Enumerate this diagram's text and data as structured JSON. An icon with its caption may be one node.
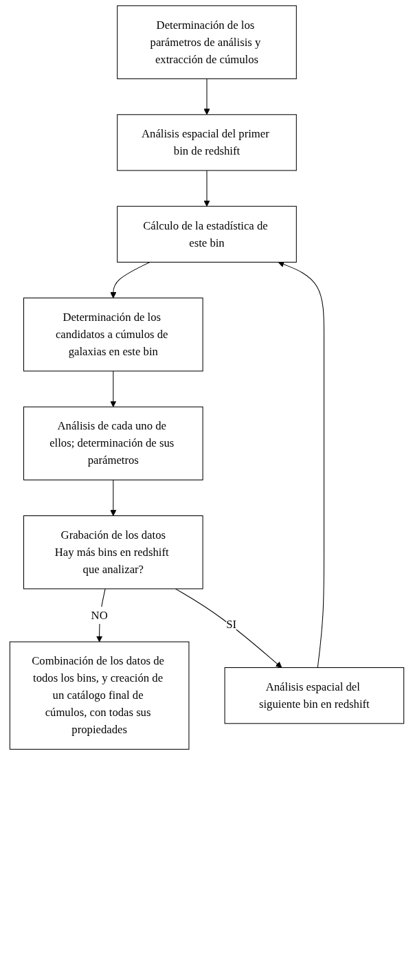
{
  "diagram": {
    "nodes": [
      {
        "text": [
          "Determinación de los parámetros de análisis y extracción de cúmulos"
        ]
      },
      {
        "text": [
          "Análisis espacial del primer bin de redshift"
        ]
      },
      {
        "text": [
          "Análisis espacial del siguiente bin en redshift"
        ]
      },
      {
        "text": [
          "Cálculo de la estadística de este bin"
        ]
      },
      {
        "text": [
          "Determinación de los candidatos a cúmulos de galaxias en este bin"
        ]
      },
      {
        "text": [
          "Análisis de cada uno de ellos; determinación de sus parámetros"
        ]
      },
      {
        "text": [
          "Grabación de los datos",
          "Hay más bins en redshift que analizar?"
        ]
      },
      {
        "text": [
          "Combinación de los datos de todos los bins, y creación de un catálogo final de cúmulos, con todas sus propiedades"
        ]
      }
    ],
    "edges": [
      {
        "from": 0,
        "to": 1,
        "arrow": "to"
      },
      {
        "from": 1,
        "to": 3,
        "arrow": "to"
      },
      {
        "from": 2,
        "to": 3,
        "arrow": "to"
      },
      {
        "from": 3,
        "to": 4,
        "arrow": "to"
      },
      {
        "from": 4,
        "to": 5,
        "arrow": "to"
      },
      {
        "from": 5,
        "to": 6,
        "arrow": "to"
      },
      {
        "from": 6,
        "to": 7,
        "label": "NO",
        "arrow": "to"
      },
      {
        "from": 6,
        "to": 2,
        "label": "SI",
        "arrow": "to"
      }
    ]
  }
}
